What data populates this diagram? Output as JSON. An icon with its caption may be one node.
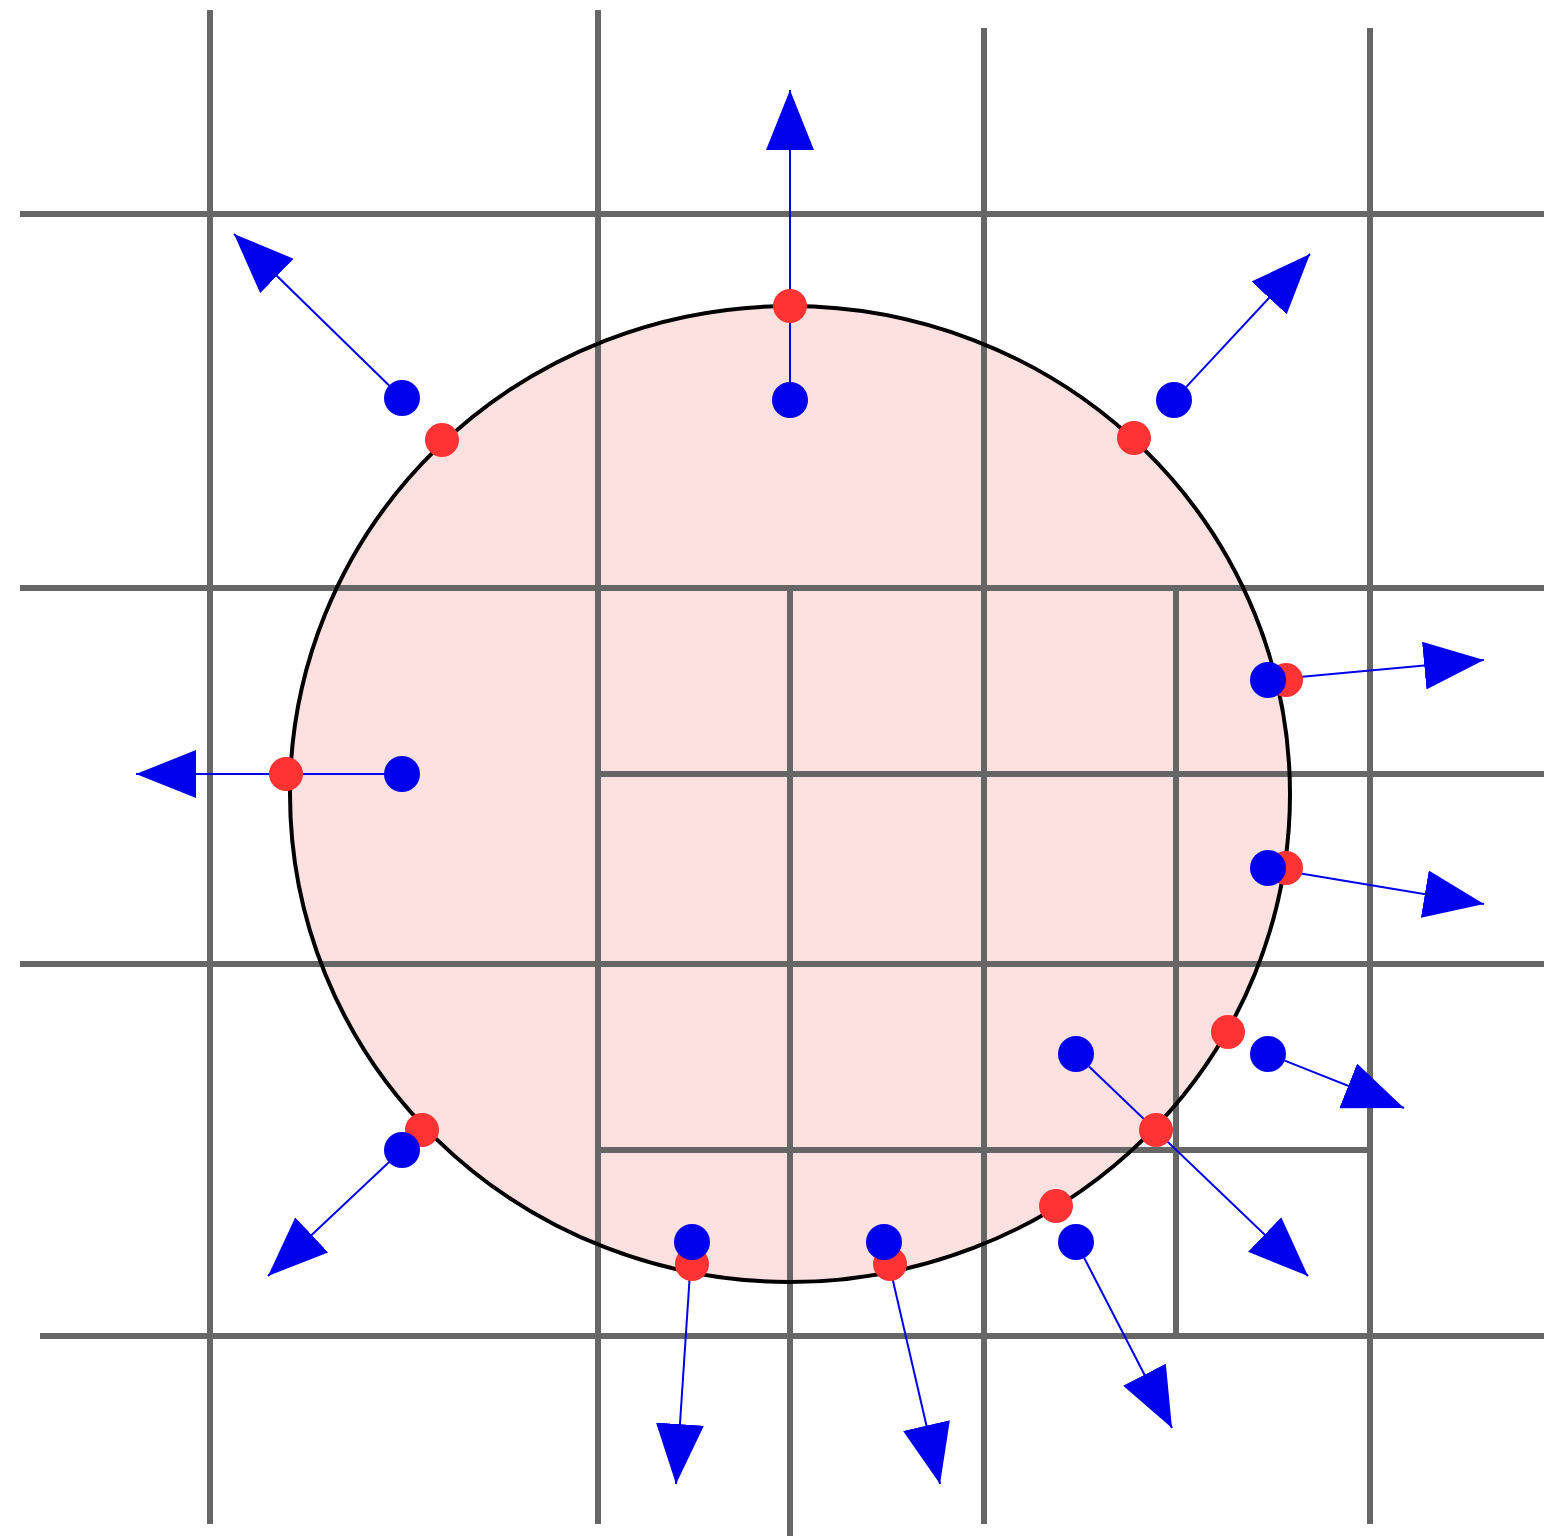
{
  "diagram": {
    "nodes": [
      {
        "text": [],
        "shape": "circle"
      },
      {
        "text": [],
        "shape": "circle"
      },
      {
        "text": [],
        "shape": "circle"
      },
      {
        "text": [],
        "shape": "circle"
      },
      {
        "text": [],
        "shape": "circle"
      },
      {
        "text": [],
        "shape": "circle"
      },
      {
        "text": [],
        "shape": "circle"
      },
      {
        "text": [],
        "shape": "circle"
      },
      {
        "text": [],
        "shape": "circle"
      },
      {
        "text": [],
        "shape": "circle"
      },
      {
        "text": [],
        "shape": "circle"
      },
      {
        "text": [],
        "shape": "circle"
      }
    ],
    "edges": [
      {
        "from": 0,
        "to": null,
        "arrow": "to"
      },
      {
        "from": 1,
        "to": null,
        "arrow": "to"
      },
      {
        "from": 2,
        "to": null,
        "arrow": "to"
      },
      {
        "from": 3,
        "to": null,
        "arrow": "to"
      },
      {
        "from": 4,
        "to": null,
        "arrow": "to"
      },
      {
        "from": 5,
        "to": null,
        "arrow": "to"
      },
      {
        "from": 6,
        "to": null,
        "arrow": "to"
      },
      {
        "from": 7,
        "to": null,
        "arrow": "to"
      },
      {
        "from": 8,
        "to": null,
        "arrow": "to"
      },
      {
        "from": 9,
        "to": null,
        "arrow": "to"
      },
      {
        "from": 10,
        "to": null,
        "arrow": "to"
      },
      {
        "from": 11,
        "to": null,
        "arrow": "to"
      }
    ]
  }
}
